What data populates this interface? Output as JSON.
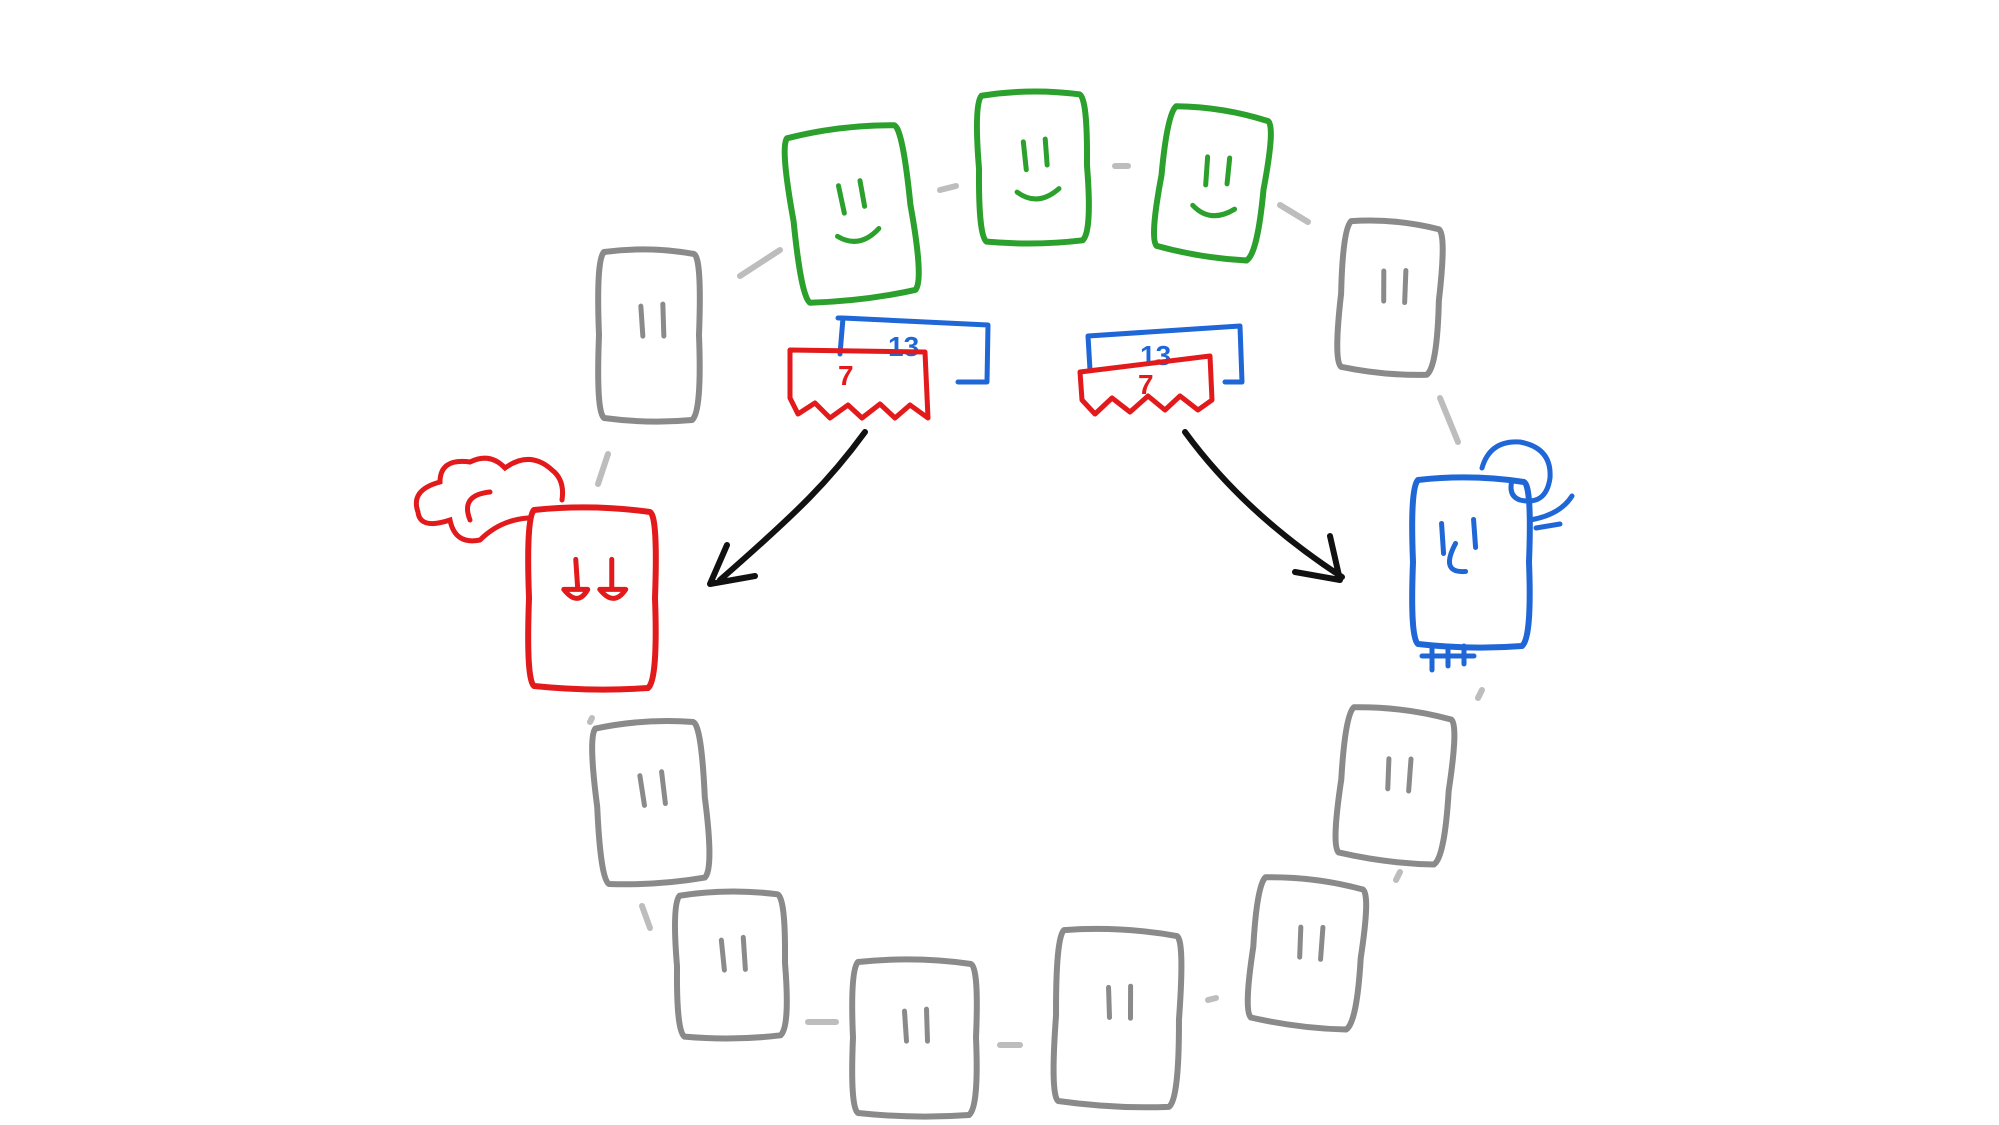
{
  "colors": {
    "idle": "#8a8a8a",
    "link": "#bdbdbd",
    "happy": "#2ca02c",
    "angry": "#e31a1c",
    "blue": "#1f66d6",
    "arrow": "#111111"
  },
  "messages": [
    {
      "id": "left",
      "blue_label": "13",
      "red_label": "7"
    },
    {
      "id": "right",
      "blue_label": "13",
      "red_label": "7"
    }
  ]
}
